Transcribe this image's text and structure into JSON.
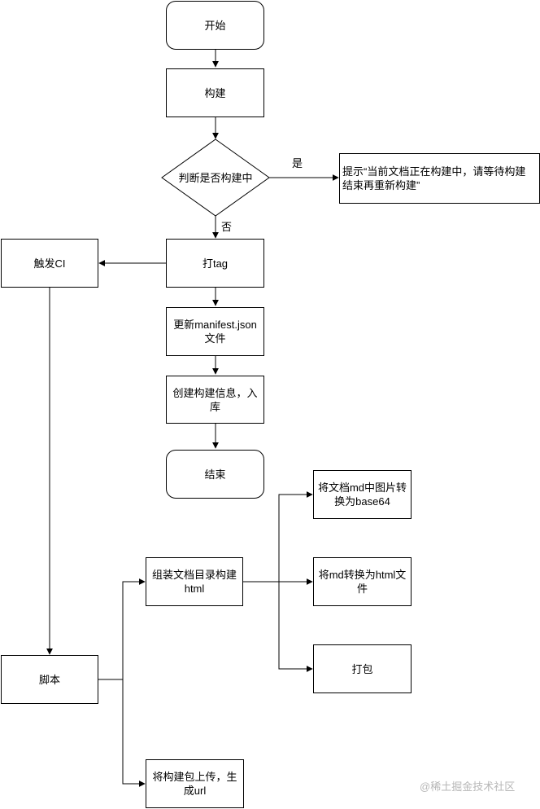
{
  "nodes": {
    "start": "开始",
    "build": "构建",
    "decision": "判断是否构建中",
    "prompt": "提示“当前文档正在构建中，请等待构建结束再重新构建”",
    "tag": "打tag",
    "trigger_ci": "触发CI",
    "update_manifest": "更新manifest.json文件",
    "create_info": "创建构建信息，入库",
    "end": "结束",
    "convert_images": "将文档md中图片转换为base64",
    "assemble": "组装文档目录构建html",
    "md_to_html": "将md转换为html文件",
    "package": "打包",
    "script": "脚本",
    "upload": "将构建包上传，生成url"
  },
  "edge_labels": {
    "yes": "是",
    "no": "否"
  },
  "watermark": "@稀土掘金技术社区"
}
